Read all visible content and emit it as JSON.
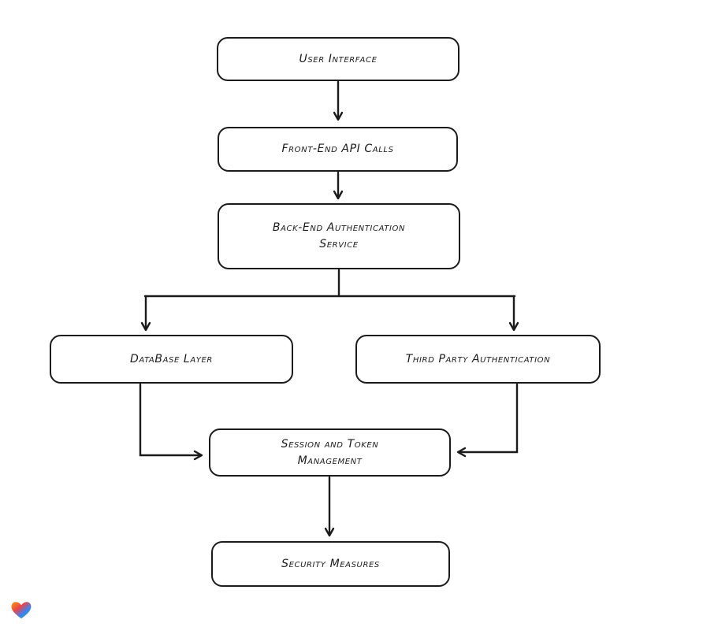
{
  "diagram": {
    "type": "flowchart",
    "stroke_color": "#1b1b1b",
    "background_color": "#ffffff",
    "nodes": {
      "user_interface": {
        "label": "User Interface"
      },
      "front_end_api_calls": {
        "label": "Front-End API Calls"
      },
      "back_end_auth": {
        "label": "Back-End Authentication Service"
      },
      "database_layer": {
        "label": "DataBase Layer"
      },
      "third_party_auth": {
        "label": "Third Party Authentication"
      },
      "session_token": {
        "label": "Session and Token Management"
      },
      "security_measures": {
        "label": "Security Measures"
      }
    },
    "edges": [
      {
        "from": "user_interface",
        "to": "front_end_api_calls"
      },
      {
        "from": "front_end_api_calls",
        "to": "back_end_auth"
      },
      {
        "from": "back_end_auth",
        "to": "database_layer"
      },
      {
        "from": "back_end_auth",
        "to": "third_party_auth"
      },
      {
        "from": "database_layer",
        "to": "session_token"
      },
      {
        "from": "third_party_auth",
        "to": "session_token"
      },
      {
        "from": "session_token",
        "to": "security_measures"
      }
    ]
  },
  "branding": {
    "logo_name": "heart-logo",
    "colors": [
      "#F59E0B",
      "#EF4444",
      "#3B82F6",
      "#22C55E"
    ]
  }
}
